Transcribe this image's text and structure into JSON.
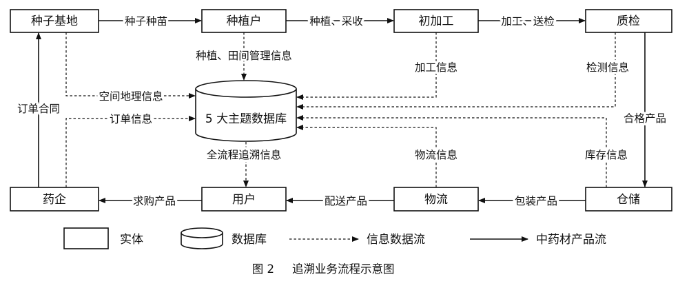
{
  "entities": {
    "seed_base": "种子基地",
    "grower": "种植户",
    "processing": "初加工",
    "quality_check": "质检",
    "pharma": "药企",
    "user": "用户",
    "logistics": "物流",
    "storage": "仓储"
  },
  "database": {
    "label": "5 大主题数据库"
  },
  "product_flows": {
    "seedlings": "种子种苗",
    "plant_harvest": "种植、采收",
    "process_inspect": "加工、送检",
    "qualified_product": "合格产品",
    "packaged_product": "包装产品",
    "delivered_product": "配送产品",
    "purchased_product": "求购产品",
    "order_contract": "订单合同"
  },
  "info_flows": {
    "planting_field_info": "种植、田间管理信息",
    "processing_info": "加工信息",
    "inspection_info": "检测信息",
    "spatial_geo_info": "空间地理信息",
    "order_info": "订单信息",
    "full_trace_info": "全流程追溯信息",
    "logistics_info": "物流信息",
    "inventory_info": "库存信息"
  },
  "legend": {
    "entity": "实体",
    "database": "数据库",
    "info_flow": "信息数据流",
    "product_flow": "中药材产品流"
  },
  "caption": {
    "number": "图 2",
    "title": "追溯业务流程示意图"
  }
}
